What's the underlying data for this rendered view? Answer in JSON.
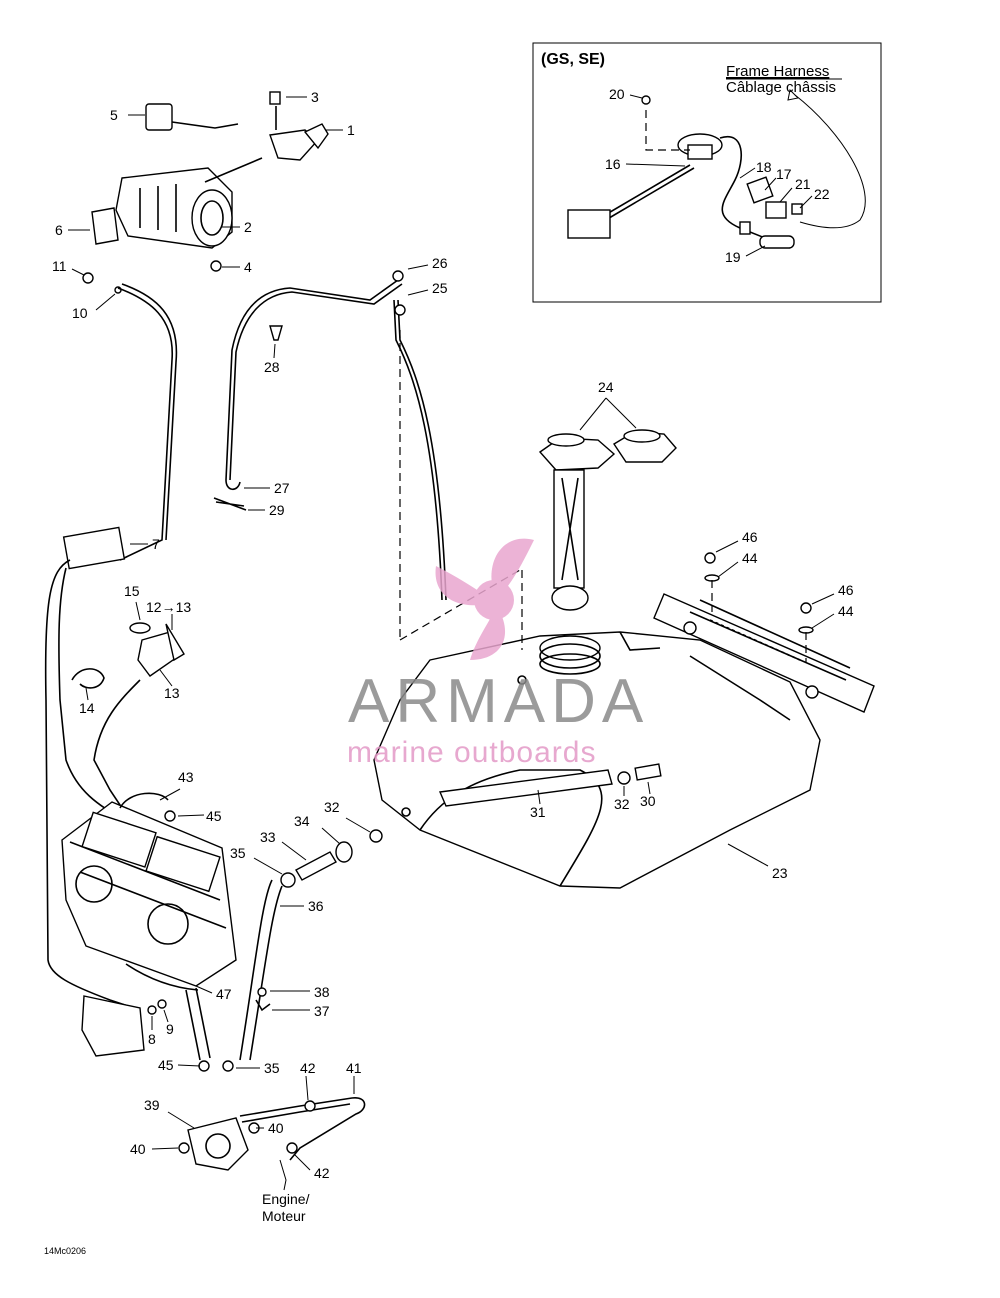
{
  "inset": {
    "models": "(GS, SE)",
    "harness_en": "Frame Harness",
    "harness_fr": "Câblage châssis"
  },
  "callouts": {
    "c1": "1",
    "c2": "2",
    "c3": "3",
    "c4": "4",
    "c5": "5",
    "c6": "6",
    "c7": "7",
    "c8": "8",
    "c9": "9",
    "c10": "10",
    "c11": "11",
    "c12": "12→13",
    "c13": "13",
    "c14": "14",
    "c15": "15",
    "c16": "16",
    "c17": "17",
    "c18": "18",
    "c19": "19",
    "c20": "20",
    "c21": "21",
    "c22": "22",
    "c23": "23",
    "c24": "24",
    "c25": "25",
    "c26": "26",
    "c27": "27",
    "c28": "28",
    "c29": "29",
    "c30": "30",
    "c31": "31",
    "c32a": "32",
    "c32b": "32",
    "c33": "33",
    "c34": "34",
    "c35a": "35",
    "c35b": "35",
    "c36": "36",
    "c37": "37",
    "c38": "38",
    "c39": "39",
    "c40a": "40",
    "c40b": "40",
    "c41": "41",
    "c42a": "42",
    "c42b": "42",
    "c43": "43",
    "c44a": "44",
    "c44b": "44",
    "c45a": "45",
    "c45b": "45",
    "c46a": "46",
    "c46b": "46",
    "c47": "47"
  },
  "engine": {
    "en": "Engine/",
    "fr": "Moteur"
  },
  "drawing_code": "14Mc0206",
  "watermark": {
    "brand": "ARMADA",
    "tagline": "marine outboards"
  }
}
